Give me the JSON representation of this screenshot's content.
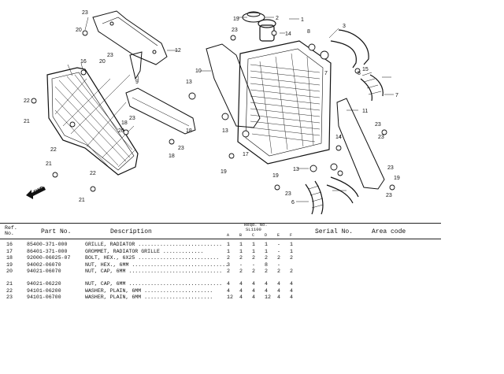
{
  "diagram": {
    "callouts": [
      "1",
      "2",
      "3",
      "4",
      "5",
      "6",
      "7",
      "7",
      "8",
      "9",
      "10",
      "11",
      "12",
      "13",
      "13",
      "13",
      "14",
      "14",
      "15",
      "16",
      "17",
      "18",
      "18",
      "18",
      "19",
      "19",
      "19",
      "19",
      "20",
      "20",
      "20",
      "21",
      "21",
      "21",
      "22",
      "22",
      "22",
      "23",
      "23",
      "23",
      "23",
      "23",
      "23",
      "23",
      "23",
      "23",
      "23"
    ],
    "fwd_label": "FWD"
  },
  "table": {
    "headers": {
      "ref_no": "Ref.\nNo.",
      "part_no": "Part No.",
      "description": "Description",
      "reqd_no": "Reqd. No.",
      "model_code": "SL1100",
      "model_cols": [
        "A",
        "B",
        "C",
        "D",
        "E",
        "F"
      ],
      "serial_no": "Serial No.",
      "area_code": "Area code"
    },
    "rows": [
      {
        "ref": "16",
        "part": "85400-371-000",
        "desc": "GRILLE, RADIATOR ...........................",
        "qty": [
          "1",
          "1",
          "1",
          "1",
          "-",
          "1"
        ]
      },
      {
        "ref": "17",
        "part": "86401-371-000",
        "desc": "GROMMET, RADIATOR GRILLE .............",
        "qty": [
          "1",
          "1",
          "1",
          "1",
          "-",
          "1"
        ]
      },
      {
        "ref": "18",
        "part": "92000-06025-07",
        "desc": "BOLT, HEX., 6X25 ..........................",
        "qty": [
          "2",
          "2",
          "2",
          "2",
          "2",
          "2"
        ]
      },
      {
        "ref": "19",
        "part": "94002-06070",
        "desc": "NUT, HEX., 6MM ...............................",
        "qty": [
          "3",
          "-",
          "-",
          "8",
          "-",
          ""
        ]
      },
      {
        "ref": "20",
        "part": "94021-06070",
        "desc": "NUT, CAP, 6MM ..............................",
        "qty": [
          "2",
          "2",
          "2",
          "2",
          "2",
          "2"
        ]
      },
      {
        "ref": "21",
        "part": "94021-06220",
        "desc": "NUT, CAP, 6MM ..............................",
        "qty": [
          "4",
          "4",
          "4",
          "4",
          "4",
          "4"
        ]
      },
      {
        "ref": "22",
        "part": "94101-06200",
        "desc": "WASHER, PLAIN, 6MM ......................",
        "qty": [
          "4",
          "4",
          "4",
          "4",
          "4",
          "4"
        ]
      },
      {
        "ref": "23",
        "part": "94101-06700",
        "desc": "WASHER, PLAIN, 6MM ......................",
        "qty": [
          "12",
          "4",
          "4",
          "12",
          "4",
          "4"
        ]
      }
    ]
  }
}
